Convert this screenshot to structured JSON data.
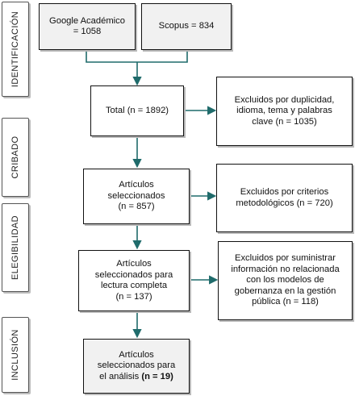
{
  "phases": {
    "identification": "IDENTIFICACIÓN",
    "screening": "CRIBADO",
    "eligibility": "ELEGIBILIDAD",
    "inclusion": "INCLUSIÓN"
  },
  "boxes": {
    "google": "Google Académico\n= 1058",
    "scopus": "Scopus = 834",
    "total": "Total (n = 1892)",
    "excluded_dup": "Excluidos por duplicidad,\nidioma, tema y palabras\nclave (n = 1035)",
    "selected": "Artículos\nseleccionados\n(n = 857)",
    "excluded_method": "Excluidos por criterios\nmetodológicos (n = 720)",
    "full_read": "Artículos\nseleccionados para\nlectura completa\n(n = 137)",
    "excluded_unrelated": "Excluidos por suministrar\ninformación no relacionada\ncon los modelos de\ngobernanza en la gestión\npública (n = 118)",
    "final_prefix": "Artículos\nseleccionados para\nel análisis ",
    "final_bold": "(n = 19)"
  },
  "colors": {
    "arrow": "#1f6b6b",
    "box_border": "#111111"
  }
}
